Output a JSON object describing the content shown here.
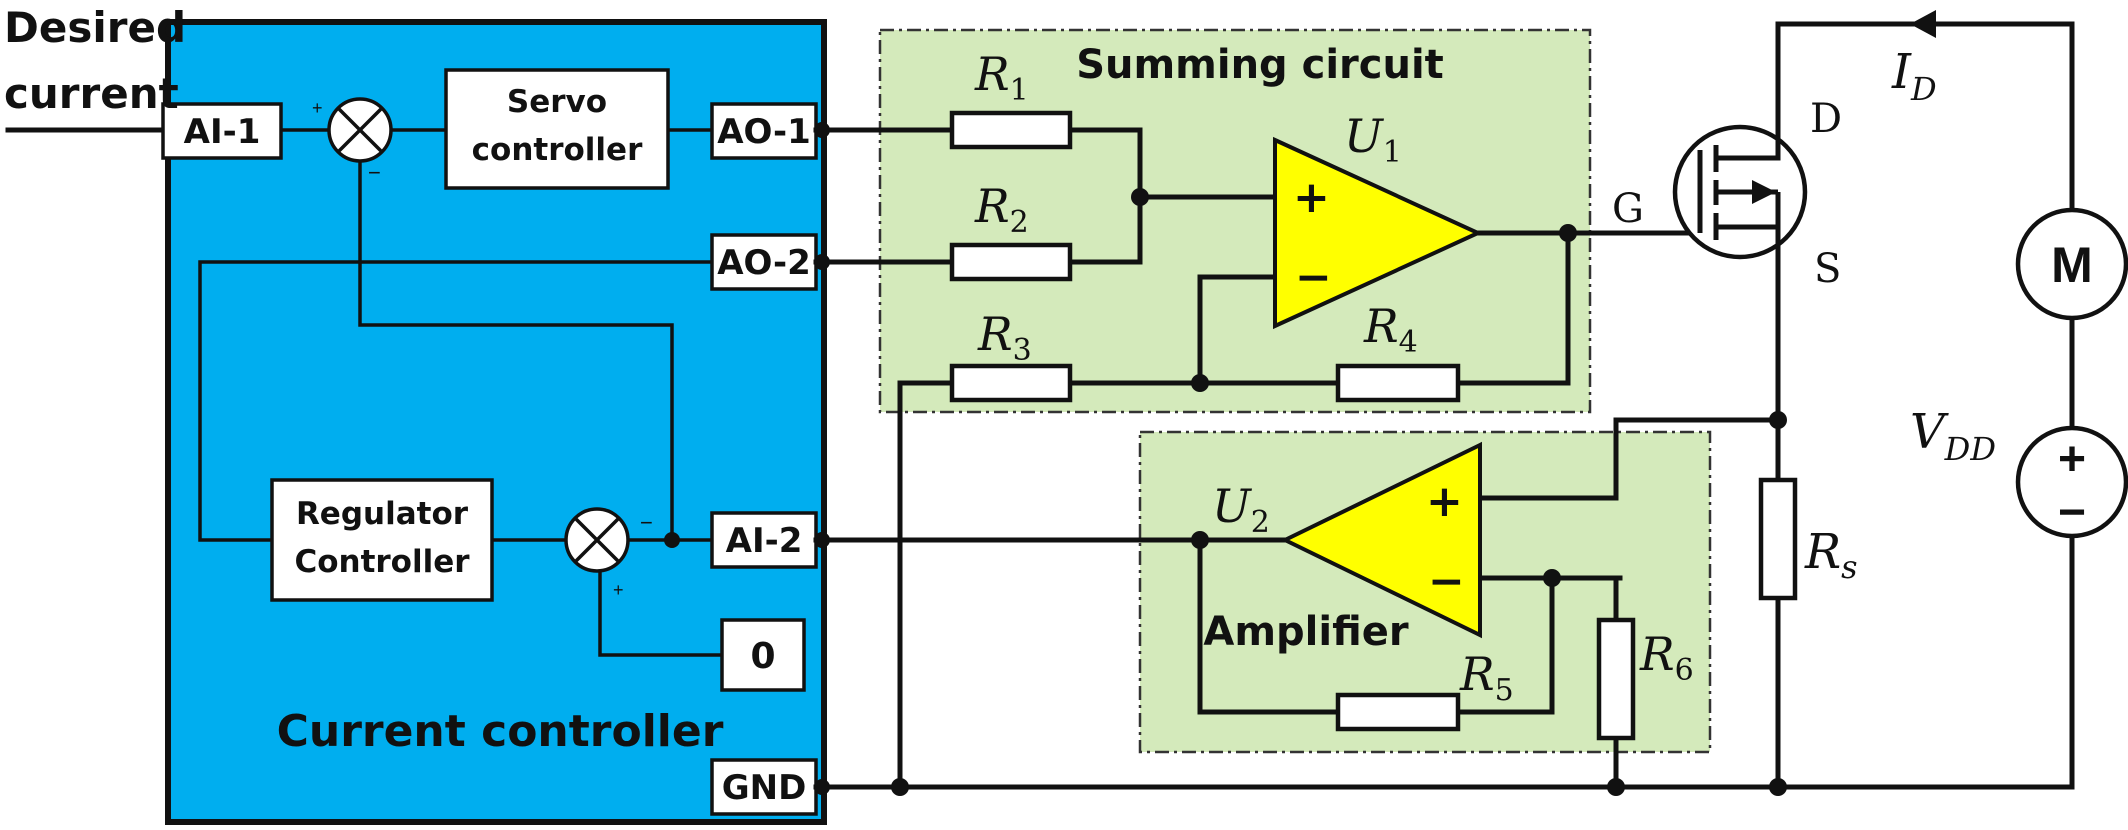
{
  "input": {
    "line1": "Desired",
    "line2": "current"
  },
  "controller": {
    "title": "Current controller",
    "fill": "#00aeef",
    "ports": {
      "ai1": "AI-1",
      "ao1": "AO-1",
      "ao2": "AO-2",
      "ai2": "AI-2",
      "zero": "0",
      "gnd": "GND"
    },
    "servo": {
      "line1": "Servo",
      "line2": "controller"
    },
    "regulator": {
      "line1": "Regulator",
      "line2": "Controller"
    },
    "signs": {
      "sum1_plus": "+",
      "sum1_minus": "−",
      "sum2_minus": "−",
      "sum2_plus": "+"
    }
  },
  "summing": {
    "title": "Summing circuit",
    "opamp": "U",
    "opamp_sub": "1",
    "plus": "+",
    "minus": "−",
    "r1": "R",
    "r1_sub": "1",
    "r2": "R",
    "r2_sub": "2",
    "r3": "R",
    "r3_sub": "3",
    "r4": "R",
    "r4_sub": "4"
  },
  "amplifier": {
    "title": "Amplifier",
    "opamp": "U",
    "opamp_sub": "2",
    "plus": "+",
    "minus": "−",
    "r5": "R",
    "r5_sub": "5",
    "r6": "R",
    "r6_sub": "6"
  },
  "power": {
    "gate": "G",
    "drain": "D",
    "source": "S",
    "current": "I",
    "current_sub": "D",
    "motor": "M",
    "supply": "V",
    "supply_sub": "DD",
    "supply_plus": "+",
    "supply_minus": "−",
    "rs": "R",
    "rs_sub": "s"
  },
  "colors": {
    "opamp": "#ffff00",
    "panel": "#d4eabb",
    "controller": "#00aeef"
  }
}
